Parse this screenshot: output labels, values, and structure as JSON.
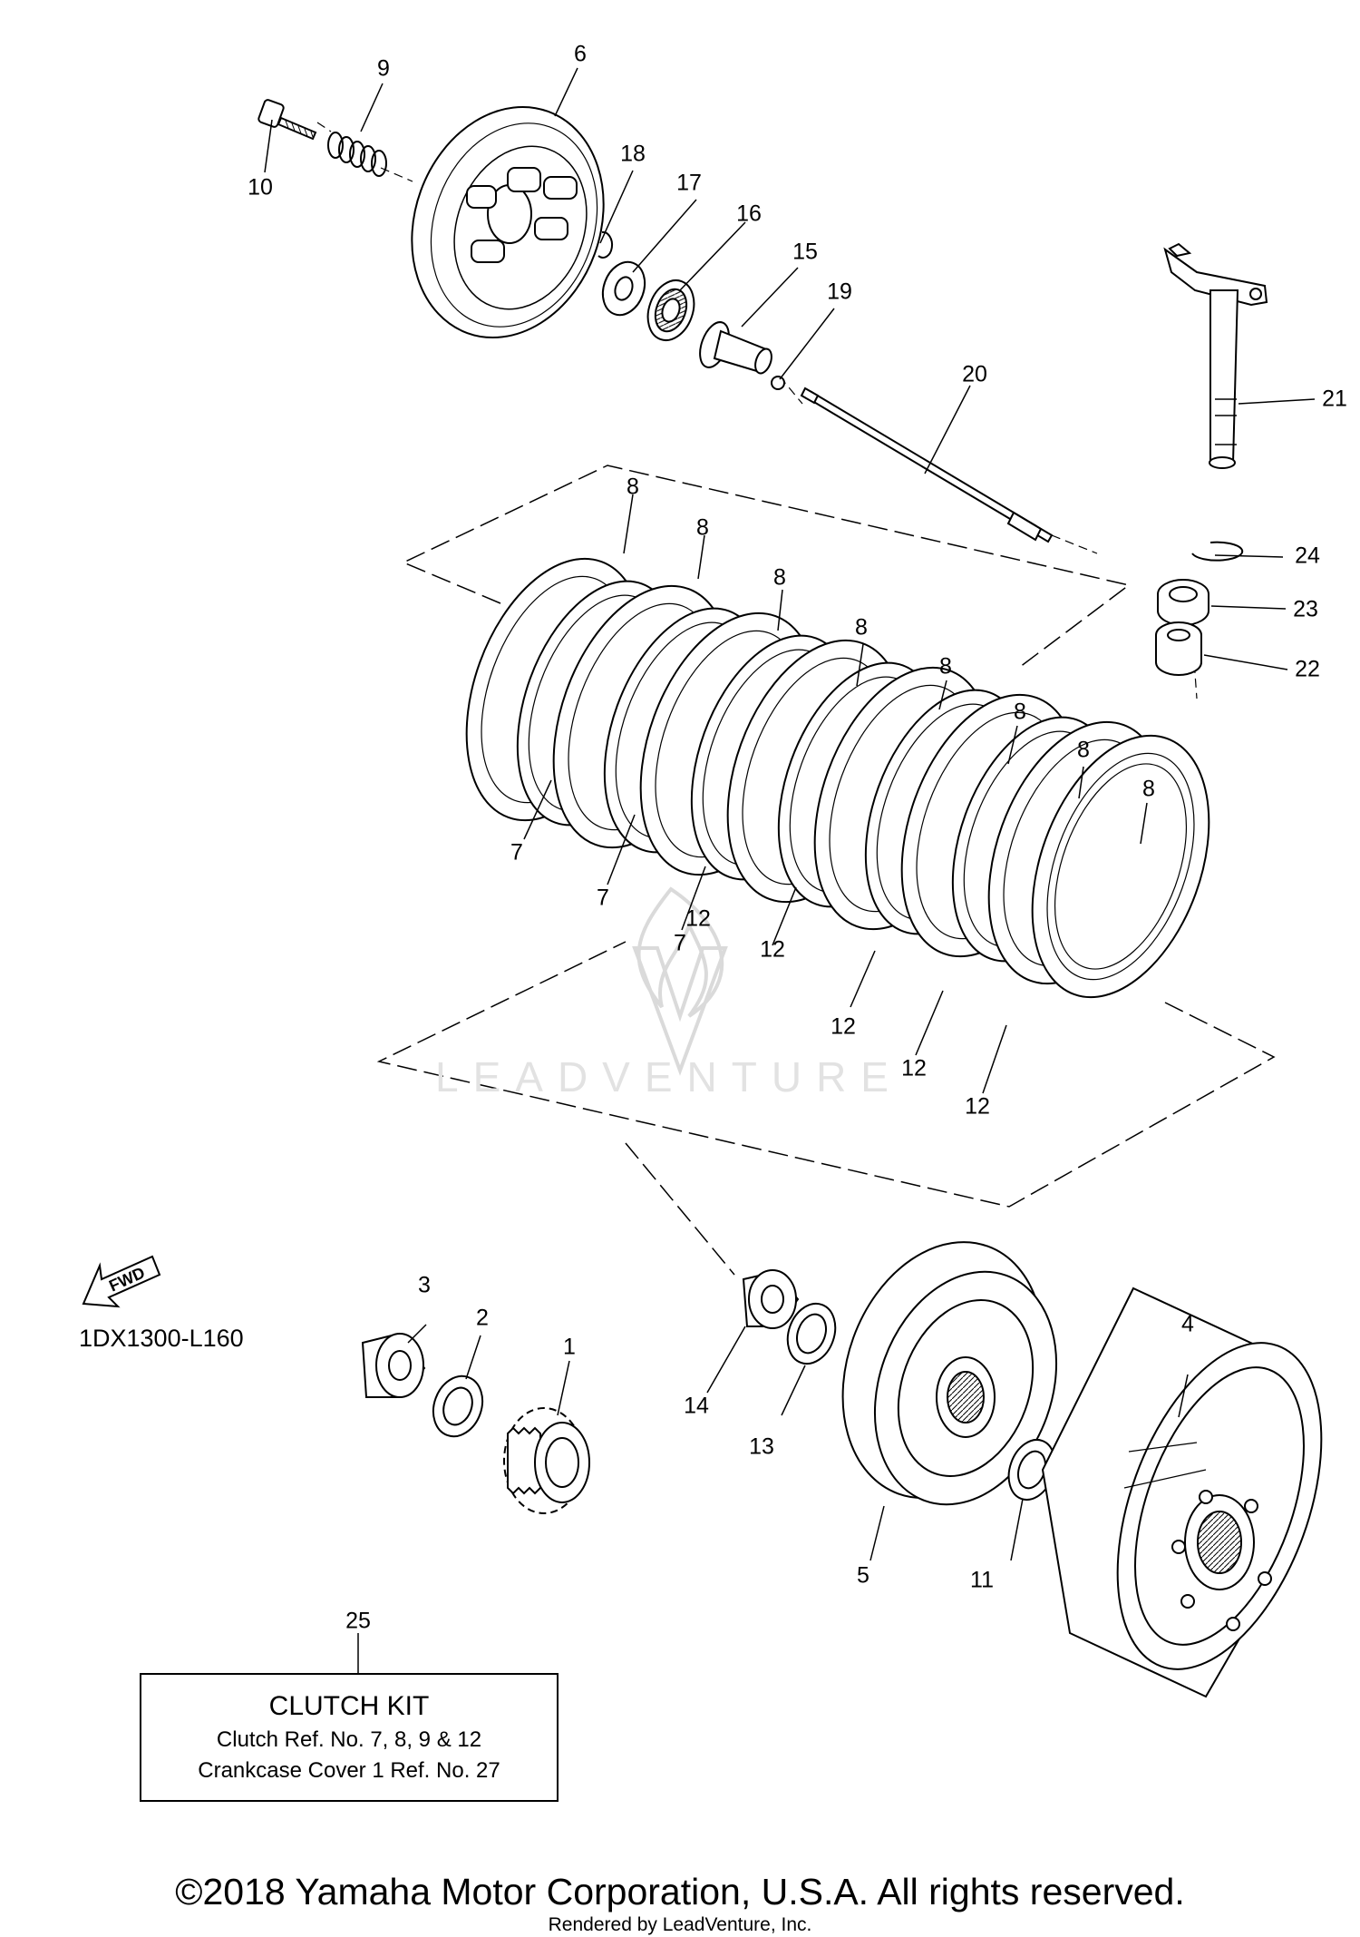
{
  "diagram_code": "1DX1300-L160",
  "fwd_label": "FWD",
  "kit": {
    "ref_number": "25",
    "title": "CLUTCH KIT",
    "lines": [
      "Clutch Ref. No. 7, 8, 9 & 12",
      "Crankcase Cover 1 Ref. No. 27"
    ]
  },
  "copyright": "©2018 Yamaha Motor Corporation, U.S.A. All rights reserved.",
  "rendered_by": "Rendered by LeadVenture, Inc.",
  "watermark": {
    "text": "LEADVENTURE",
    "icon": "leadventure-flame-logo"
  },
  "callouts": {
    "c1": "1",
    "c2": "2",
    "c3": "3",
    "c4": "4",
    "c5": "5",
    "c6": "6",
    "c7a": "7",
    "c7b": "7",
    "c7c": "7",
    "c8a": "8",
    "c8b": "8",
    "c8c": "8",
    "c8d": "8",
    "c8e": "8",
    "c8f": "8",
    "c8g": "8",
    "c8h": "8",
    "c9": "9",
    "c10": "10",
    "c11": "11",
    "c12a": "12",
    "c12b": "12",
    "c12c": "12",
    "c12d": "12",
    "c12e": "12",
    "c13": "13",
    "c14": "14",
    "c15": "15",
    "c16": "16",
    "c17": "17",
    "c18": "18",
    "c19": "19",
    "c20": "20",
    "c21": "21",
    "c22": "22",
    "c23": "23",
    "c24": "24"
  }
}
